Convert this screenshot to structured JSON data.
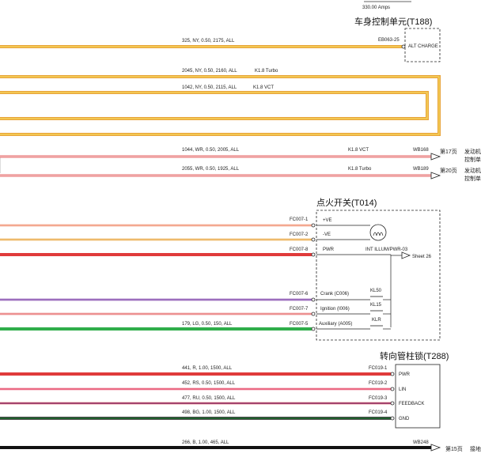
{
  "header_fragment": "330.00 Amps",
  "units": {
    "bcm": {
      "title": "车身控制单元(T188)",
      "pin_ref": "EB063-25",
      "pin_label": "ALT CHARGE"
    },
    "ign": {
      "title": "点火开关(T014)",
      "pins": [
        {
          "ref": "FC007-1",
          "label": "+VE"
        },
        {
          "ref": "FC007-2",
          "label": "-VE"
        },
        {
          "ref": "FC007-8",
          "label": "PWR",
          "extra": "INT ILLUM/PWR-03"
        },
        {
          "ref": "FC007-6",
          "label": "Crank (C006)",
          "relay": "KL50"
        },
        {
          "ref": "FC007-7",
          "label": "Ignition (I006)",
          "relay": "KL15"
        },
        {
          "ref": "FC007-5",
          "label": "Auxiliary (A005)",
          "relay": "KLR"
        }
      ],
      "sheet_ref": "Sheet 26"
    },
    "steer": {
      "title": "转向管柱锁(T288)",
      "pins": [
        {
          "ref": "FC019-1",
          "label": "PWR"
        },
        {
          "ref": "FC019-2",
          "label": "LIN"
        },
        {
          "ref": "FC019-3",
          "label": "FEEDBACK"
        },
        {
          "ref": "FC019-4",
          "label": "GND"
        }
      ]
    }
  },
  "wires": {
    "w1": "325, NY, 0.50, 2175, ALL",
    "w2": "2045, NY, 0.50, 2160, ALL",
    "w2_tag": "K1.8 Turbo",
    "w3": "1042, NY, 0.50, 2115, ALL",
    "w3_tag": "K1.8 VCT",
    "w4": "1044, WR, 0.50, 2005, ALL",
    "w4_tag": "K1.8 VCT",
    "w4_ref": "WB168",
    "w4_page": "第17页",
    "w4_dest": [
      "发动机",
      "控制单"
    ],
    "w5": "2055, WR, 0.50, 1925, ALL",
    "w5_tag": "K1.8 Turbo",
    "w5_ref": "WB189",
    "w5_page": "第20页",
    "w5_dest": [
      "发动机",
      "控制单"
    ],
    "w_aux": "179, LG, 0.50, 150, ALL",
    "s1": "441, R, 1.00, 1500, ALL",
    "s2": "452, RS, 0.50, 1500, ALL",
    "s3": "477, RU, 0.50, 1500, ALL",
    "s4": "498, BG, 1.00, 1500, ALL",
    "gnd": "266, B, 1.00, 465, ALL",
    "gnd_ref": "WB248",
    "gnd_page": "第15页",
    "gnd_dest": "接地"
  },
  "colors": {
    "ny": "#e8a33a",
    "ny_core": "#f5d35a",
    "wr": "#e56a6a",
    "red": "#e03a3a",
    "purple": "#7a3fa8",
    "green": "#2fae4a",
    "pink": "#f0a0b0",
    "blue": "#3d55c8",
    "black": "#111111"
  }
}
